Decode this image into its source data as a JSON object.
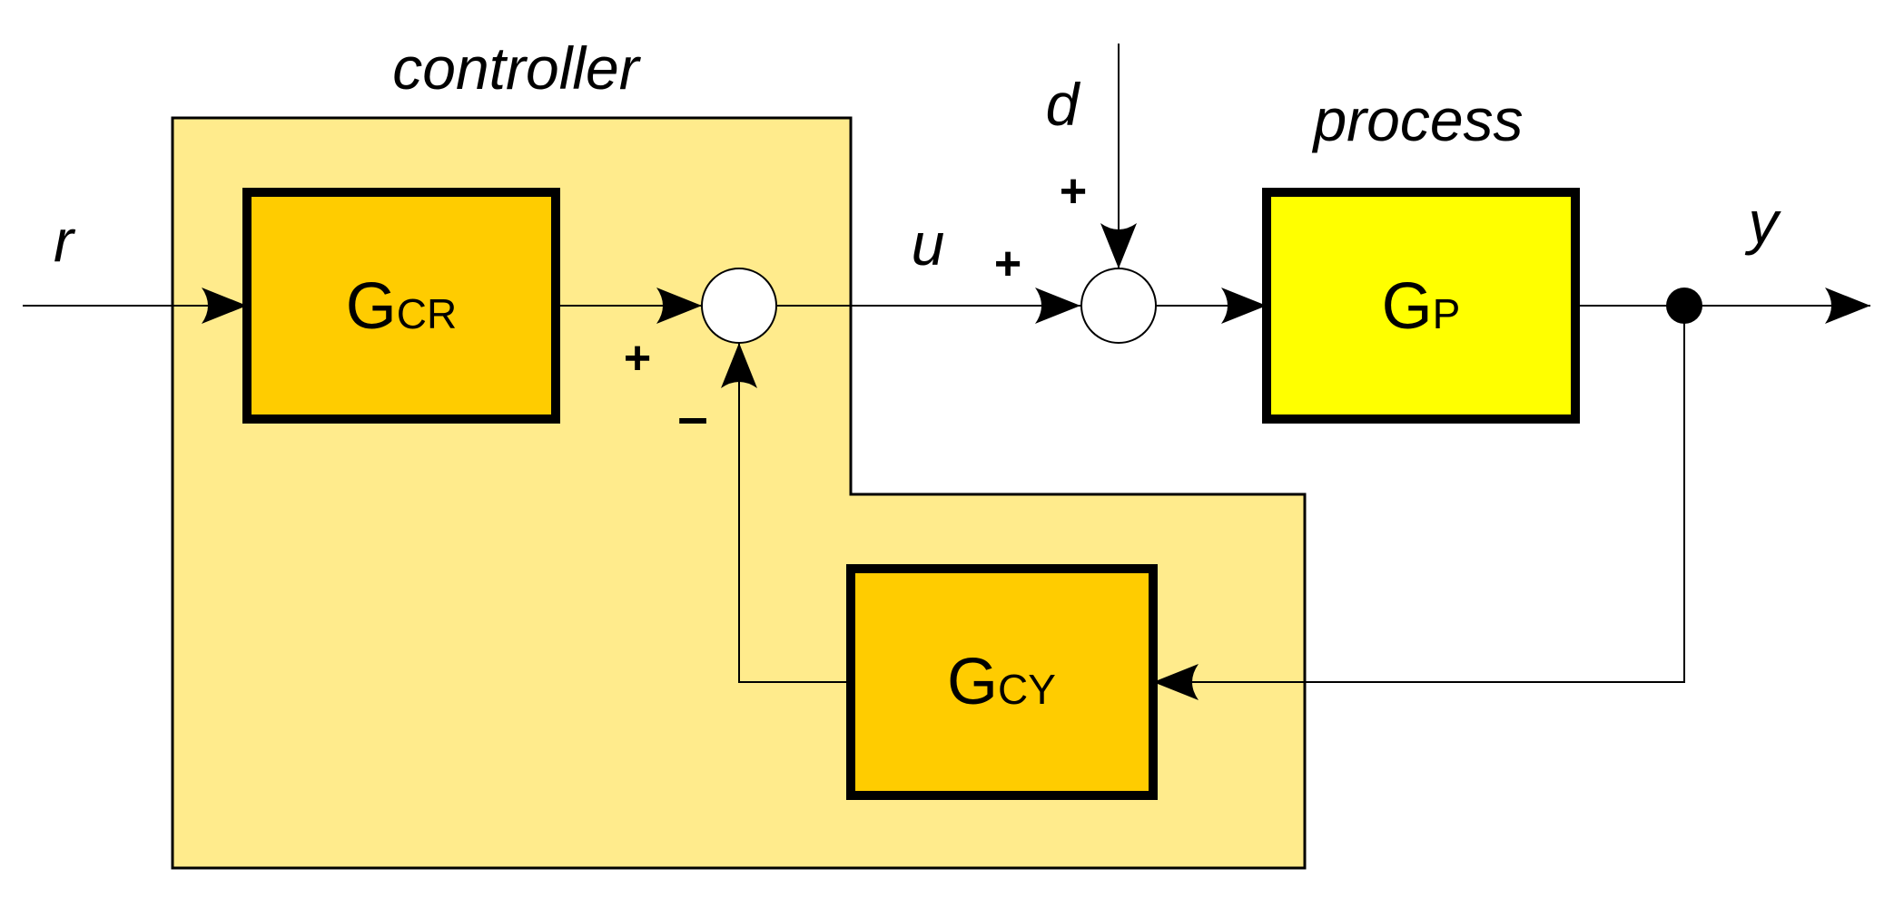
{
  "colors": {
    "controller_region": "#FFEB8C",
    "controller_block": "#FFCC00",
    "process_block": "#FFFF00",
    "line": "#000000",
    "junction": "#FFFFFF"
  },
  "regions": {
    "controller": "controller",
    "process": "process"
  },
  "signals": {
    "reference": "r",
    "control": "u",
    "disturbance": "d",
    "output": "y"
  },
  "blocks": {
    "gcr": {
      "main": "G",
      "sub": "CR"
    },
    "gcy": {
      "main": "G",
      "sub": "CY"
    },
    "gp": {
      "main": "G",
      "sub": "P"
    }
  },
  "signs": {
    "sum1_plus": "+",
    "sum1_minus": "–",
    "sum2_u_plus": "+",
    "sum2_d_plus": "+"
  }
}
